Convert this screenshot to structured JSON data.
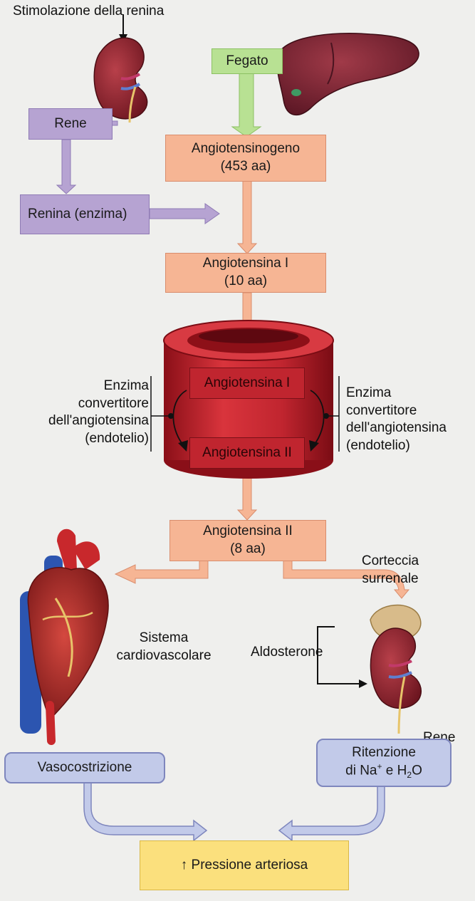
{
  "labels": {
    "stimolazione": "Stimolazione della renina",
    "rene_top": "Rene",
    "fegato": "Fegato",
    "renina": "Renina (enzima)",
    "angiotensinogeno": "Angiotensinogeno",
    "angiotensinogeno_sub": "(453 aa)",
    "angiotensina1": "Angiotensina I",
    "angiotensina1_sub": "(10 aa)",
    "inner_ang1": "Angiotensina I",
    "inner_ang2": "Angiotensina II",
    "enzima_left": [
      "Enzima",
      "convertitore",
      "dell'angiotensina",
      "(endotelio)"
    ],
    "enzima_right": [
      "Enzima",
      "convertitore",
      "dell'angiotensina",
      "(endotelio)"
    ],
    "angiotensina2": "Angiotensina II",
    "angiotensina2_sub": "(8 aa)",
    "corteccia": [
      "Corteccia",
      "surrenale"
    ],
    "sistema": [
      "Sistema",
      "cardiovascolare"
    ],
    "aldosterone": "Aldosterone",
    "rene_bottom": "Rene",
    "vasocostrizione": "Vasocostrizione",
    "ritenzione_line1": "Ritenzione",
    "ritenzione_pre": "di Na",
    "ritenzione_sup": "+",
    "ritenzione_mid": " e H",
    "ritenzione_sub": "2",
    "ritenzione_post": "O",
    "pressione": "↑ Pressione arteriosa"
  },
  "colors": {
    "peach": "#f6b594",
    "lavender": "#b6a3d2",
    "blue": "#c2cae9",
    "yellow": "#fbe07d",
    "green": "#b8e193",
    "vessel_red": "#c0252f"
  }
}
